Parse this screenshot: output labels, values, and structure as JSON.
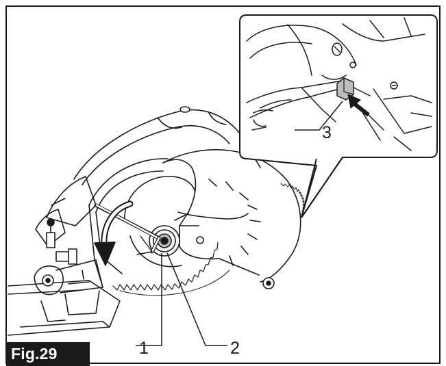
{
  "figure": {
    "label": "Fig.29"
  },
  "callouts": {
    "c1": "1",
    "c2": "2",
    "c3": "3"
  },
  "colors": {
    "line": "#1a1a1a",
    "shade": "#bdbdbd",
    "label_bg": "#1a1a1a",
    "label_text": "#ffffff"
  },
  "icons": {
    "rotation_arrow": "curved-arrow-icon",
    "push_arrow": "arrow-icon",
    "hex_wrench": "hex-wrench-icon"
  }
}
